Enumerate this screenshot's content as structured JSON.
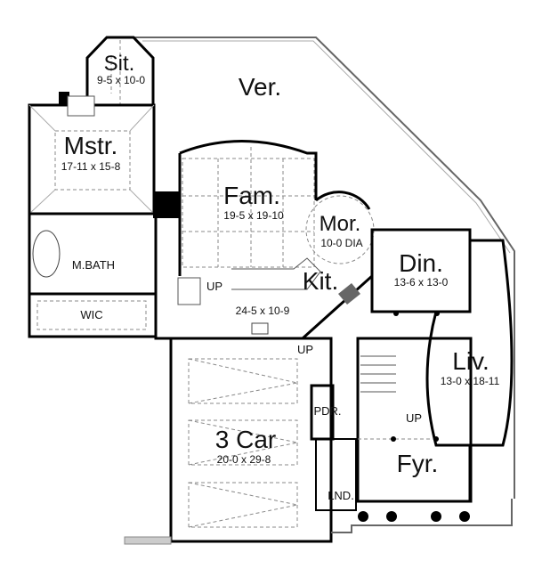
{
  "plan": {
    "rooms": [
      {
        "name": "Sit.",
        "size": "9-5 x 10-0"
      },
      {
        "name": "Ver.",
        "size": ""
      },
      {
        "name": "Mstr.",
        "size": "17-11 x 15-8"
      },
      {
        "name": "Fam.",
        "size": "19-5 x 19-10"
      },
      {
        "name": "Mor.",
        "size": "10-0 DIA"
      },
      {
        "name": "Din.",
        "size": "13-6 x 13-0"
      },
      {
        "name": "Kit.",
        "size": "24-5 x 10-9"
      },
      {
        "name": "M.BATH",
        "size": ""
      },
      {
        "name": "WIC",
        "size": ""
      },
      {
        "name": "Liv.",
        "size": "13-0 x 18-11"
      },
      {
        "name": "3 Car",
        "size": "20-0 x 29-8"
      },
      {
        "name": "PDR.",
        "size": ""
      },
      {
        "name": "Fyr.",
        "size": ""
      },
      {
        "name": "LND.",
        "size": ""
      }
    ],
    "stair_labels": [
      "UP",
      "UP",
      "UP"
    ],
    "colors": {
      "wall": "#000000",
      "line": "#555555",
      "dashed": "#888888",
      "background": "#ffffff"
    }
  }
}
